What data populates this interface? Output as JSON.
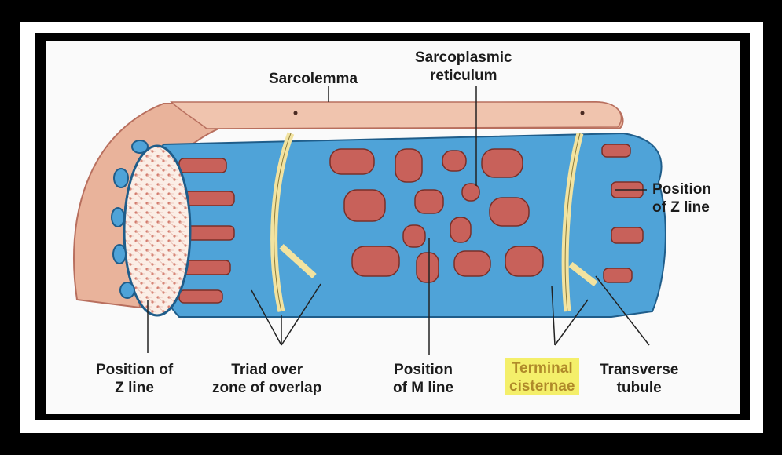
{
  "labels": {
    "sarcolemma": "Sarcolemma",
    "sr_line1": "Sarcoplasmic",
    "sr_line2": "reticulum",
    "zpos_right_line1": "Position",
    "zpos_right_line2": "of Z line",
    "zpos_left_line1": "Position of",
    "zpos_left_line2": "Z line",
    "triad_line1": "Triad over",
    "triad_line2": "zone of overlap",
    "mline_line1": "Position",
    "mline_line2": "of M line",
    "terminal_line1": "Terminal",
    "terminal_line2": "cisternae",
    "transverse_line1": "Transverse",
    "transverse_line2": "tubule"
  },
  "colors": {
    "reticulum_blue": "#4fa3d8",
    "myofibril_red": "#c8615a",
    "sarcolemma_pink": "#e9b39b",
    "t_tubule_cream": "#f2e3a0",
    "highlight_yellow": "#f4ef6a"
  }
}
